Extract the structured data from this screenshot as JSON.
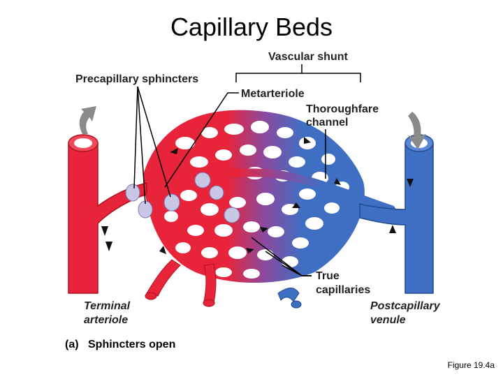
{
  "title": "Capillary Beds",
  "labels": {
    "vascular_shunt": "Vascular shunt",
    "precapillary_sphincters": "Precapillary sphincters",
    "metarteriole": "Metarteriole",
    "thoroughfare_channel": [
      "Thoroughfare",
      "channel"
    ],
    "true_capillaries": [
      "True",
      "capillaries"
    ],
    "terminal_arteriole": [
      "Terminal",
      "arteriole"
    ],
    "postcapillary_venule": [
      "Postcapillary",
      "venule"
    ]
  },
  "caption": {
    "part": "(a)",
    "text": "Sphincters open"
  },
  "figure_ref": "Figure 19.4a",
  "colors": {
    "artery": "#e8243a",
    "artery_dark": "#b0121f",
    "vein": "#3f6fc2",
    "vein_dark": "#22488f",
    "sphincter": "#c9c6e6",
    "flow_arrow": "#8a8a8a"
  }
}
